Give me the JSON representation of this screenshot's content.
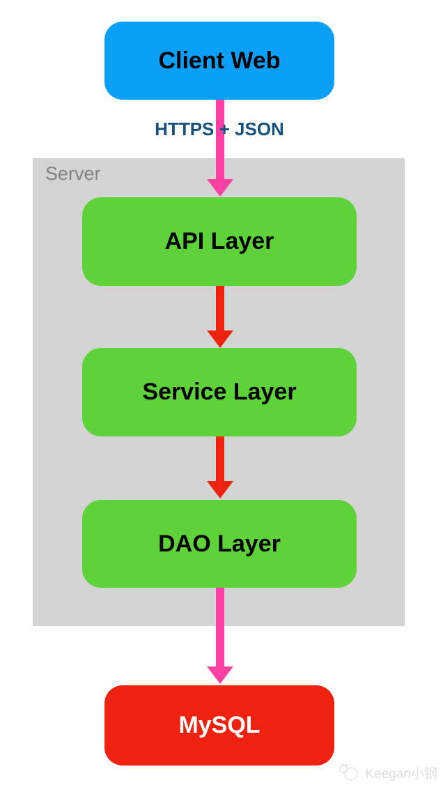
{
  "diagram": {
    "client": {
      "label": "Client Web"
    },
    "edge_label": "HTTPS + JSON",
    "server": {
      "label": "Server"
    },
    "layers": {
      "api": "API Layer",
      "service": "Service Layer",
      "dao": "DAO Layer"
    },
    "database": {
      "label": "MySQL"
    },
    "watermark": "Keegan小钢"
  },
  "colors": {
    "client_bg": "#0ba0f8",
    "layer_bg": "#5dd339",
    "db_bg": "#ee220e",
    "server_bg": "#d4d4d4",
    "server_label": "#818181",
    "edge_label": "#15517d",
    "arrow_pink": "#fc41a5",
    "arrow_red": "#ee220e",
    "node_text": "#000000",
    "db_text": "#ffffff",
    "watermark": "#dfdfdf",
    "page_bg": "#ffffff"
  },
  "icons": {
    "watermark_logo": "cat-sketch-icon"
  }
}
